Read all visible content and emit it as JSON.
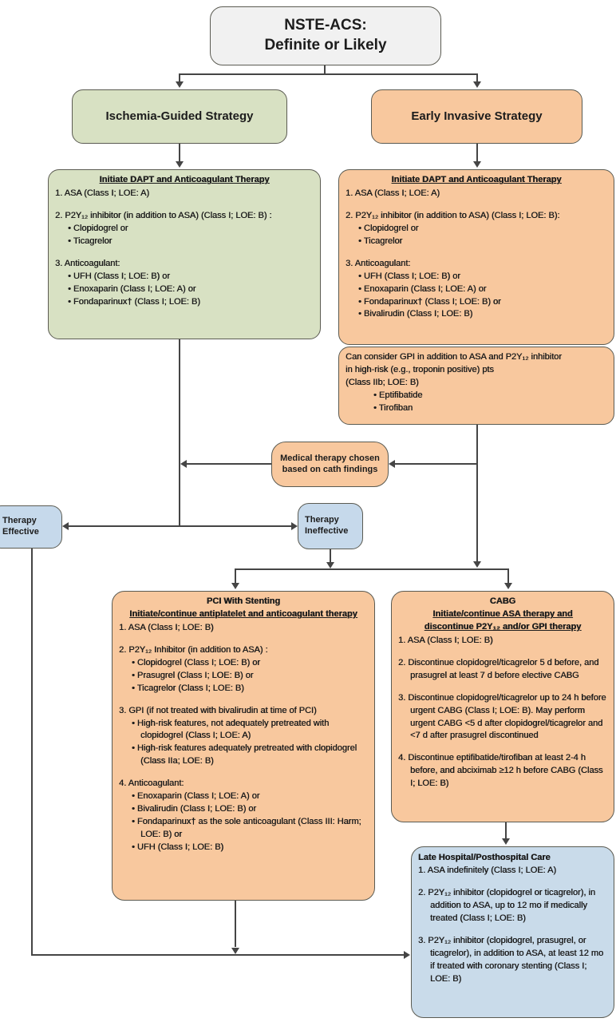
{
  "palette": {
    "box_border": "#5b5b52",
    "green_fill": "#d8e1c3",
    "orange_fill": "#f8c89e",
    "blue_fill": "#c6d9eb",
    "late_blue_fill": "#c9dbea",
    "gray_fill": "#f1f1f1",
    "connector": "#454545",
    "text": "#1c1c1c"
  },
  "nodes": {
    "root": {
      "line1": "NSTE-ACS:",
      "line2": "Definite or Likely"
    },
    "ischemia_strategy": {
      "label": "Ischemia-Guided Strategy"
    },
    "early_invasive_strategy": {
      "label": "Early Invasive Strategy"
    },
    "ischemia_dapt": {
      "title": "Initiate DAPT and Anticoagulant Therapy",
      "items": [
        {
          "s": "num",
          "t": "1. ASA (Class I; LOE: A)"
        },
        {
          "s": "num",
          "t": "2. P2Y₁₂ inhibitor (in addition to ASA) (Class I; LOE: B) :"
        },
        {
          "s": "b",
          "t": "• Clopidogrel or"
        },
        {
          "s": "b",
          "t": "• Ticagrelor"
        },
        {
          "s": "num",
          "t": "3. Anticoagulant:"
        },
        {
          "s": "b",
          "t": "• UFH (Class I; LOE: B) or"
        },
        {
          "s": "b",
          "t": "• Enoxaparin (Class I; LOE: A) or"
        },
        {
          "s": "b",
          "t": "• Fondaparinux† (Class I; LOE: B)"
        }
      ]
    },
    "invasive_dapt": {
      "title": "Initiate DAPT and Anticoagulant Therapy",
      "items": [
        {
          "s": "num",
          "t": "1. ASA (Class I; LOE: A)"
        },
        {
          "s": "num",
          "t": "2. P2Y₁₂ inhibitor (in addition to ASA) (Class I; LOE: B):"
        },
        {
          "s": "b",
          "t": "• Clopidogrel or"
        },
        {
          "s": "b",
          "t": "• Ticagrelor"
        },
        {
          "s": "num",
          "t": "3. Anticoagulant:"
        },
        {
          "s": "b",
          "t": "• UFH (Class I; LOE: B) or"
        },
        {
          "s": "b",
          "t": "• Enoxaparin (Class I; LOE: A) or"
        },
        {
          "s": "b",
          "t": "• Fondaparinux† (Class I; LOE: B) or"
        },
        {
          "s": "b",
          "t": "• Bivalirudin (Class I; LOE: B)"
        }
      ]
    },
    "gpi_consider": {
      "items": [
        {
          "s": "plain",
          "t": "Can consider GPI in addition to ASA and P2Y₁₂ inhibitor"
        },
        {
          "s": "plain",
          "t": "in high-risk (e.g., troponin positive) pts"
        },
        {
          "s": "plain",
          "t": "(Class IIb; LOE: B)"
        },
        {
          "s": "b2",
          "t": "• Eptifibatide"
        },
        {
          "s": "b2",
          "t": "• Tirofiban"
        }
      ]
    },
    "cath": {
      "label": "Medical therapy chosen based on cath findings"
    },
    "therapy_effective": {
      "label": "Therapy Effective"
    },
    "therapy_ineffective": {
      "label": "Therapy Ineffective"
    },
    "pci": {
      "title": "PCI With Stenting",
      "subtitle": "Initiate/continue antiplatelet and anticoagulant therapy",
      "items": [
        {
          "s": "num",
          "t": "1. ASA (Class I; LOE: B)"
        },
        {
          "s": "num",
          "t": "2. P2Y₁₂ Inhibitor (in addition to ASA) :"
        },
        {
          "s": "b",
          "t": "• Clopidogrel (Class I; LOE: B) or"
        },
        {
          "s": "b",
          "t": "• Prasugrel (Class I; LOE: B) or"
        },
        {
          "s": "b",
          "t": "• Ticagrelor (Class I; LOE: B)"
        },
        {
          "s": "num",
          "t": "3. GPI (if not treated with bivalirudin at time of PCI)"
        },
        {
          "s": "b",
          "t": "• High-risk features, not adequately pretreated with clopidogrel (Class I; LOE: A)"
        },
        {
          "s": "b",
          "t": "• High-risk features adequately pretreated with clopidogrel (Class IIa; LOE: B)"
        },
        {
          "s": "num",
          "t": "4. Anticoagulant:"
        },
        {
          "s": "b",
          "t": "• Enoxaparin (Class I; LOE: A) or"
        },
        {
          "s": "b",
          "t": "• Bivalirudin (Class I; LOE: B) or"
        },
        {
          "s": "b",
          "t": "• Fondaparinux† as the sole anticoagulant (Class III: Harm; LOE: B) or"
        },
        {
          "s": "b",
          "t": "• UFH (Class I; LOE: B)"
        }
      ]
    },
    "cabg": {
      "title": "CABG",
      "subtitle": "Initiate/continue ASA therapy and discontinue P2Y₁₂ and/or GPI therapy",
      "items": [
        {
          "s": "num",
          "t": "1. ASA (Class I; LOE: B)"
        },
        {
          "s": "num",
          "t": "2. Discontinue clopidogrel/ticagrelor 5 d before, and prasugrel at least 7 d before elective CABG"
        },
        {
          "s": "num",
          "t": "3. Discontinue clopidogrel/ticagrelor up to 24 h before urgent CABG (Class I; LOE: B). May perform urgent CABG <5 d after clopidogrel/ticagrelor and <7 d after prasugrel discontinued"
        },
        {
          "s": "num",
          "t": "4. Discontinue eptifibatide/tirofiban at least 2-4 h before, and abciximab ≥12 h before CABG (Class I; LOE: B)"
        }
      ]
    },
    "late": {
      "title": "Late Hospital/Posthospital Care",
      "items": [
        {
          "s": "num",
          "t": "1. ASA indefinitely (Class I; LOE: A)"
        },
        {
          "s": "num",
          "t": "2. P2Y₁₂ inhibitor (clopidogrel or ticagrelor), in addition to ASA, up to 12 mo if medically treated (Class I; LOE: B)"
        },
        {
          "s": "num",
          "t": "3. P2Y₁₂ inhibitor (clopidogrel, prasugrel, or ticagrelor), in addition to ASA, at least 12 mo if treated with coronary stenting (Class I; LOE: B)"
        }
      ]
    }
  }
}
